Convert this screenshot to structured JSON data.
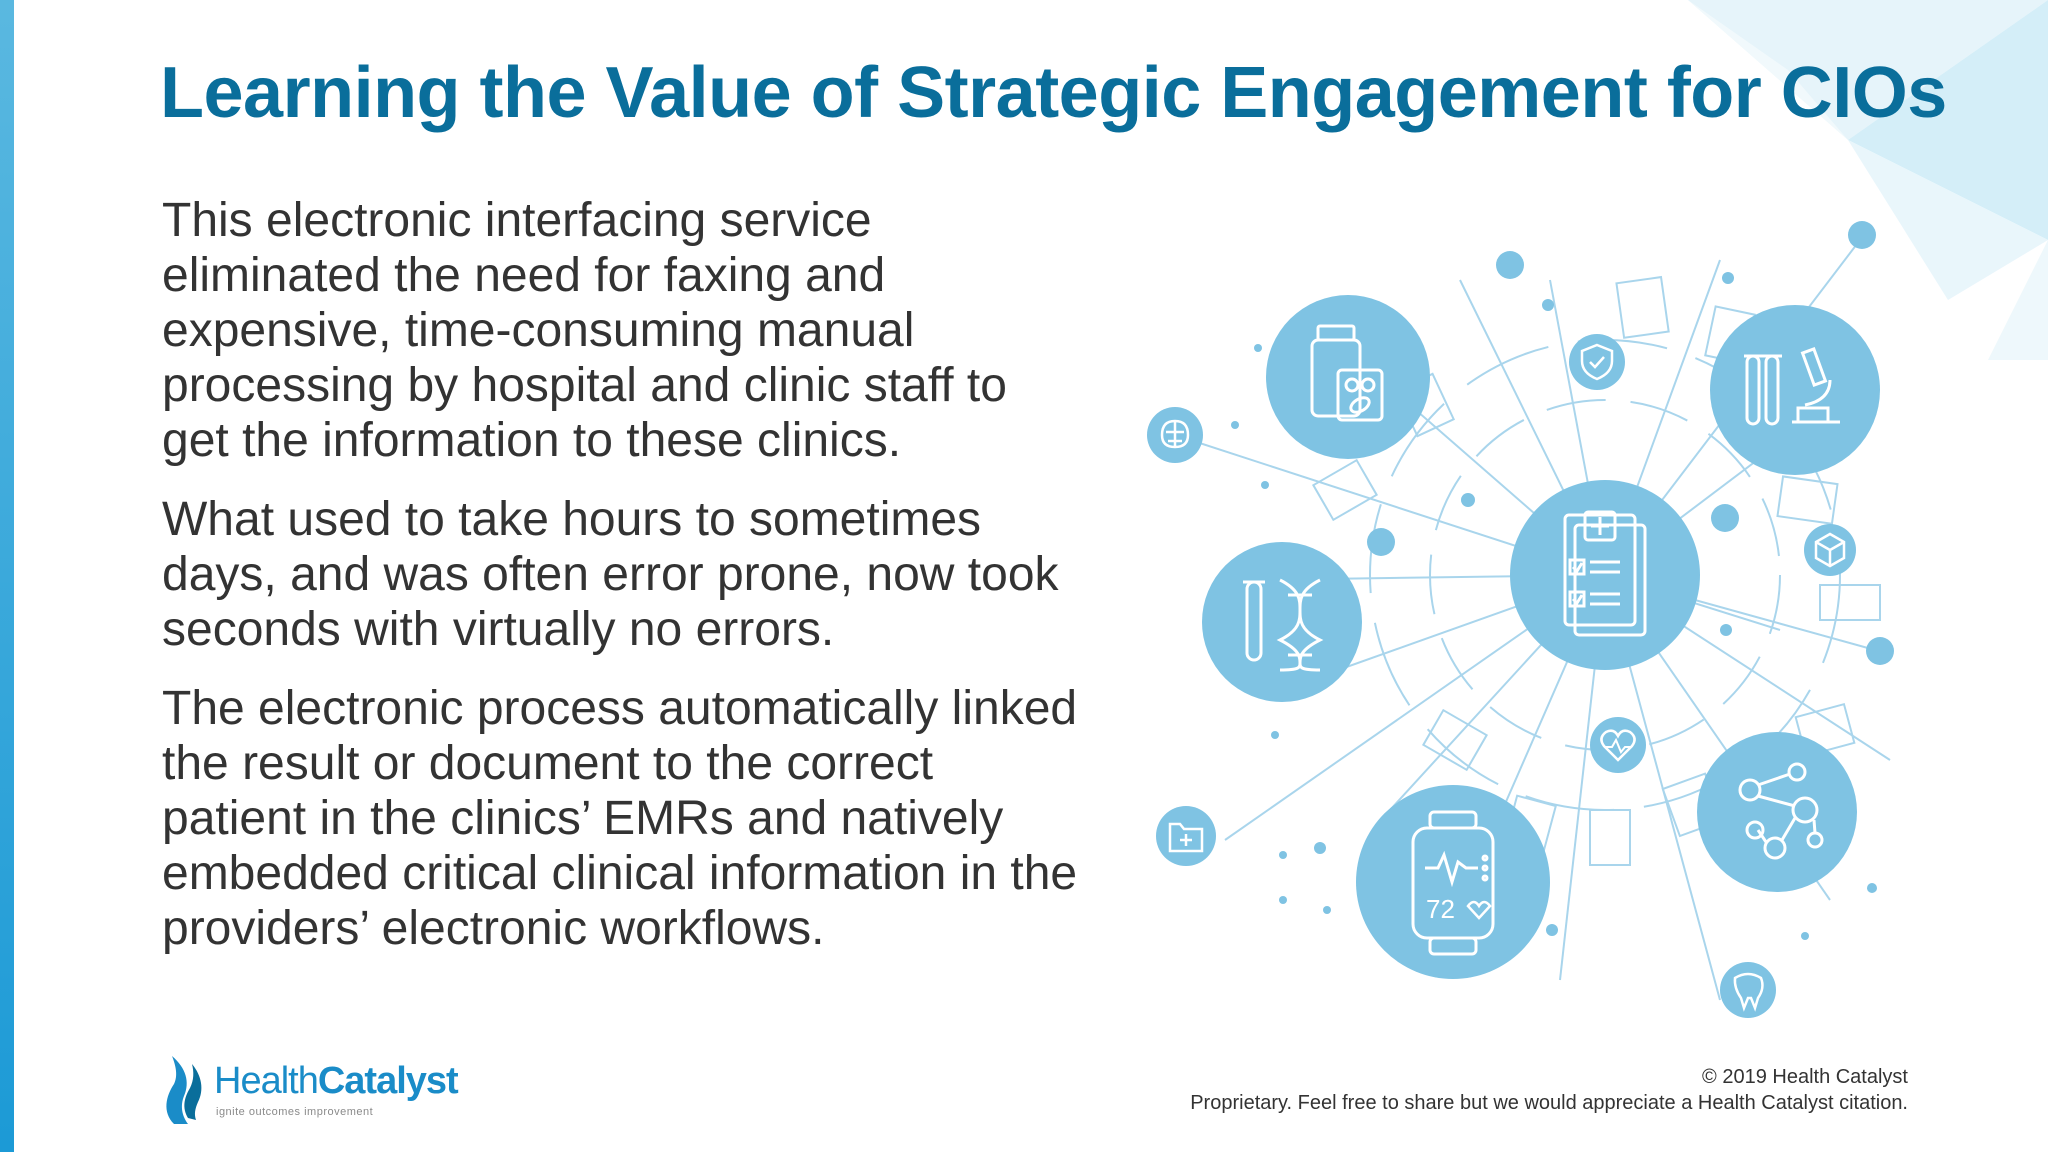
{
  "slide": {
    "title": "Learning the Value of Strategic Engagement for CIOs",
    "paragraphs": [
      "This electronic interfacing service eliminated the need for faxing and expensive, time-consuming manual processing by hospital and clinic staff to get the information to these clinics.",
      "What used to take hours to sometimes days, and was often error prone, now took seconds with virtually no errors.",
      "The electronic process automatically linked the result or document to the correct patient in the clinics’ EMRs and natively embedded critical clinical information in the providers’ electronic workflows."
    ]
  },
  "illustration": {
    "watch_reading": "72"
  },
  "logo": {
    "brand_part_a": "Health",
    "brand_part_b": "Catalyst",
    "tagline": "ignite outcomes improvement"
  },
  "footer": {
    "copyright": "© 2019 Health Catalyst",
    "notice": "Proprietary. Feel free to share but we would appreciate a Health Catalyst citation."
  },
  "colors": {
    "title": "#0a6e9b",
    "body_text": "#333333",
    "accent_blue": "#7fc3e3",
    "line_blue": "#a9d5ec"
  }
}
